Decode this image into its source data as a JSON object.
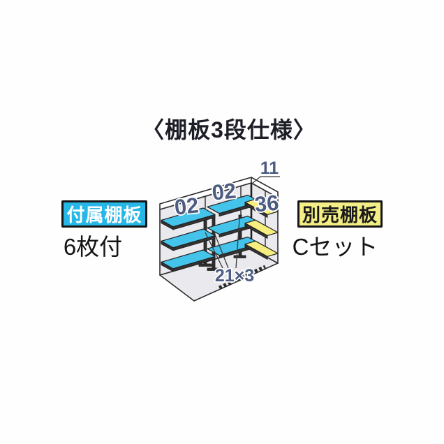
{
  "title": "〈棚板3段仕様〉",
  "included_shelves": {
    "badge_label": "付属棚板",
    "caption": "6枚付",
    "badge_bg_color": "#27b7e7",
    "badge_text_color": "#ffffff"
  },
  "optional_shelves": {
    "badge_label": "別売棚板",
    "caption": "Cセット",
    "badge_bg_color": "#f4ee86",
    "badge_text_color": "#1a1a1a"
  },
  "diagram": {
    "part_numbers": [
      {
        "text": "11"
      },
      {
        "text": "02"
      },
      {
        "text": "02"
      },
      {
        "text": "36"
      },
      {
        "text": "21×3"
      }
    ],
    "colors": {
      "included_shelf_fill": "#45c4eb",
      "optional_shelf_fill": "#f6ef7f",
      "wall_fill": "#e9e9ee",
      "wall_top_band_fill": "#ffffff",
      "outline": "#2d2d2d",
      "part_number_text": "#4c5c82"
    }
  }
}
